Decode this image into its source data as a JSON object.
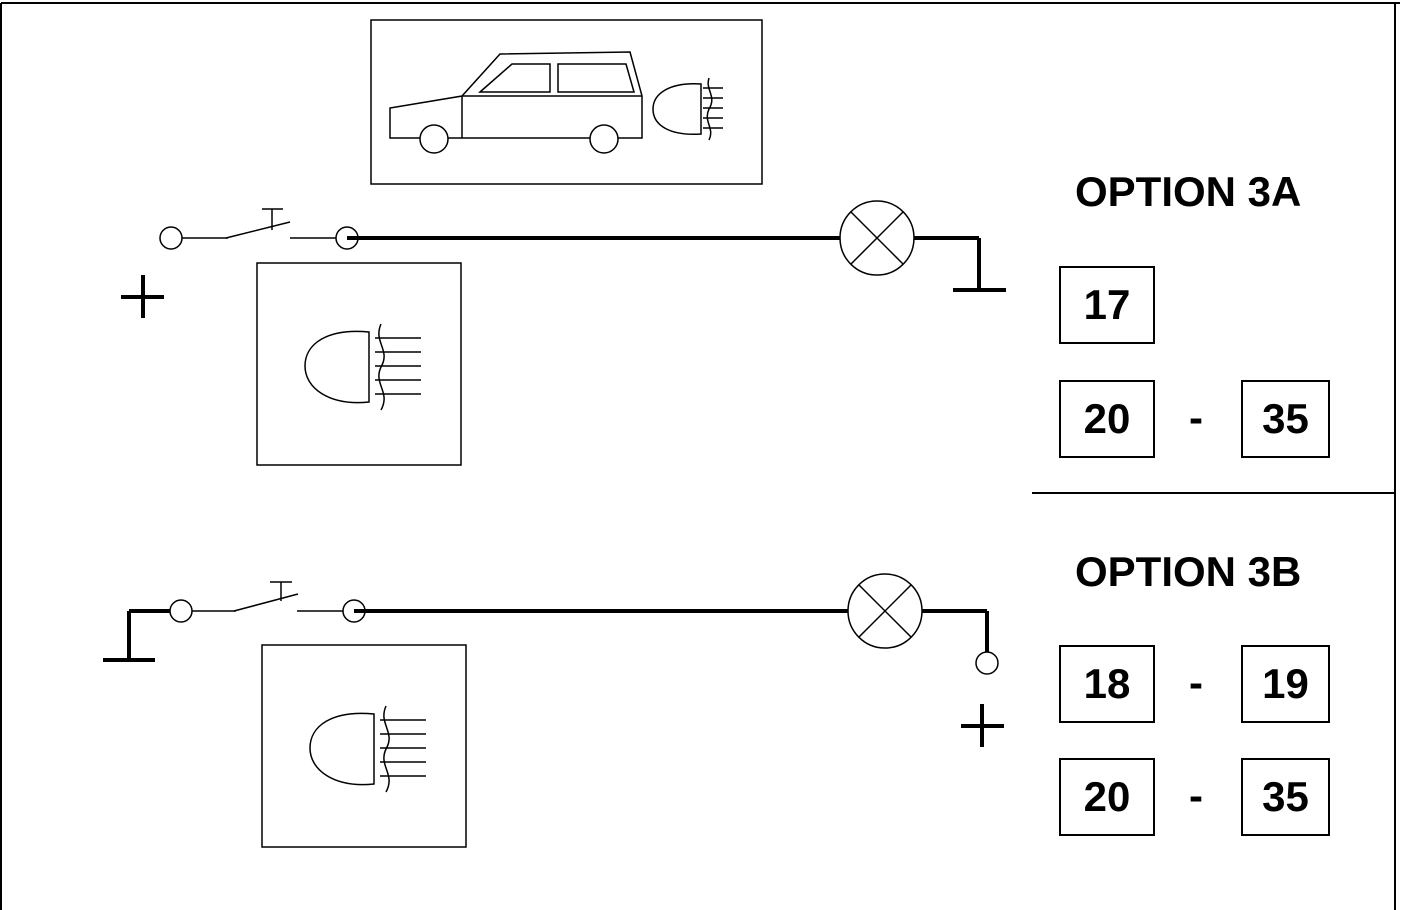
{
  "options": [
    {
      "title": "OPTION 3A",
      "codes": [
        "17",
        "20",
        "35"
      ],
      "separators": [
        "-"
      ]
    },
    {
      "title": "OPTION 3B",
      "codes": [
        "18",
        "19",
        "20",
        "35"
      ],
      "separators": [
        "-",
        "-"
      ]
    }
  ],
  "symbols": {
    "positive": "+",
    "icons": [
      "vehicle-icon",
      "fog-lamp-icon",
      "switch-icon",
      "lamp-icon",
      "ground-icon",
      "terminal-icon"
    ]
  }
}
